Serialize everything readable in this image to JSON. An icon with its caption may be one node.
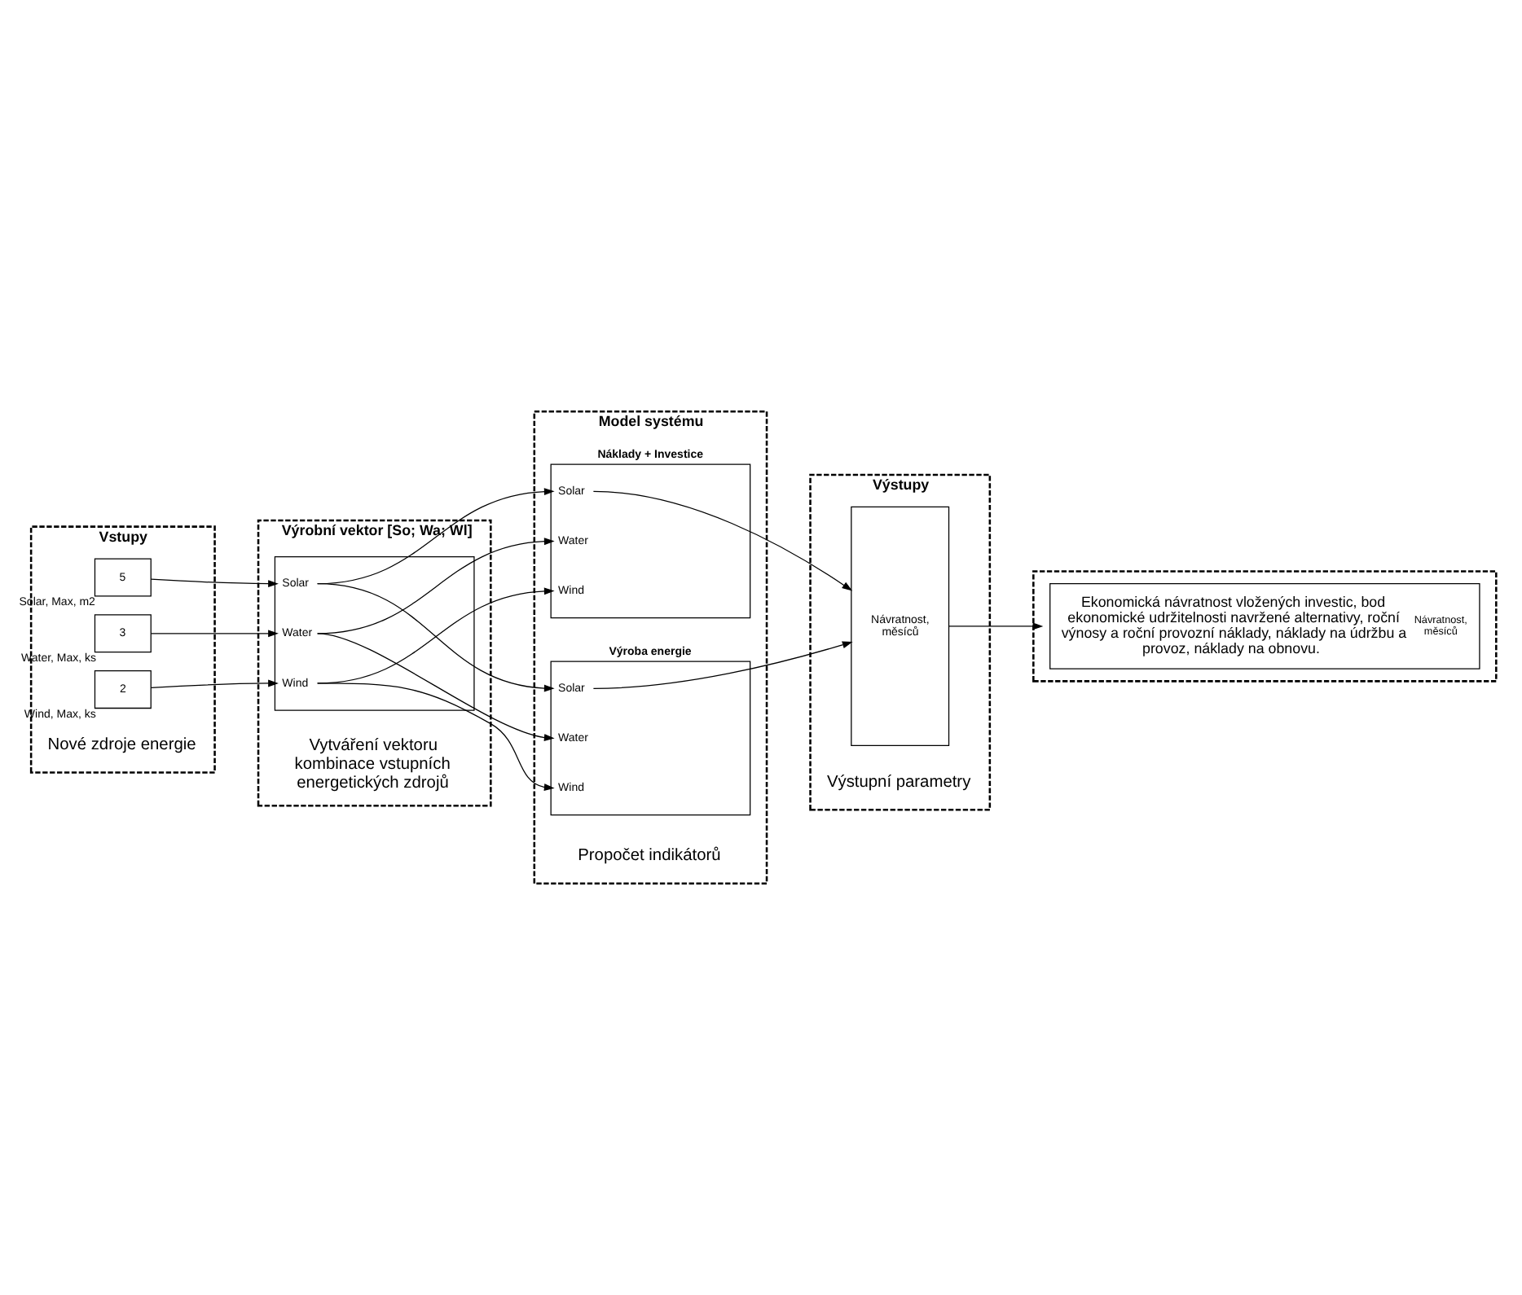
{
  "diagram": {
    "nodes": [
      {
        "text": [
          "Vstupy",
          "Nové zdroje energie"
        ]
      },
      {
        "text": [
          "5"
        ],
        "in": 0,
        "beside": [
          "Solar, Max, m2"
        ]
      },
      {
        "text": [
          "3"
        ],
        "in": 0,
        "beside": [
          "Water, Max, ks"
        ]
      },
      {
        "text": [
          "2"
        ],
        "in": 0,
        "beside": [
          "Wind, Max, ks"
        ]
      },
      {
        "text": [
          "Výrobní vektor [So; Wa; Wl]",
          "Vytváření vektoru kombinace vstupních energetických zdrojů"
        ]
      },
      {
        "text": [
          "Solar",
          "Water",
          "Wind"
        ],
        "in": 4
      },
      {
        "text": [
          "Model systému",
          "Propočet indikátorů"
        ]
      },
      {
        "text": [
          "Náklady + Investice",
          "Solar",
          "Water",
          "Wind"
        ],
        "in": 6
      },
      {
        "text": [
          "Výroba energie",
          "Solar",
          "Water",
          "Wind"
        ],
        "in": 6
      },
      {
        "text": [
          "Výstupy",
          "Výstupní parametry"
        ]
      },
      {
        "text": [
          "Návratnost, měsíců"
        ],
        "in": 9
      },
      {
        "text": [],
        "shape": "box"
      },
      {
        "text": [
          "Ekonomická návratnost vložených investic, bod ekonomické udržitelnosti navržené alternativy, roční výnosy a roční provozní náklady, náklady na údržbu a provoz, náklady na obnovu.",
          "Návratnost, měsíců"
        ],
        "in": 11
      }
    ],
    "edges": [
      {
        "from": 1,
        "to": 5,
        "arrow": "to"
      },
      {
        "from": 2,
        "to": 5,
        "arrow": "to"
      },
      {
        "from": 3,
        "to": 5,
        "arrow": "to"
      },
      {
        "from": 5,
        "to": 7,
        "arrow": "to"
      },
      {
        "from": 5,
        "to": 7,
        "arrow": "to"
      },
      {
        "from": 5,
        "to": 7,
        "arrow": "to"
      },
      {
        "from": 5,
        "to": 8,
        "arrow": "to"
      },
      {
        "from": 5,
        "to": 8,
        "arrow": "to"
      },
      {
        "from": 5,
        "to": 8,
        "arrow": "to"
      },
      {
        "from": 7,
        "to": 10,
        "arrow": "to"
      },
      {
        "from": 8,
        "to": 10,
        "arrow": "to"
      },
      {
        "from": 10,
        "to": 12,
        "arrow": "to"
      }
    ]
  }
}
